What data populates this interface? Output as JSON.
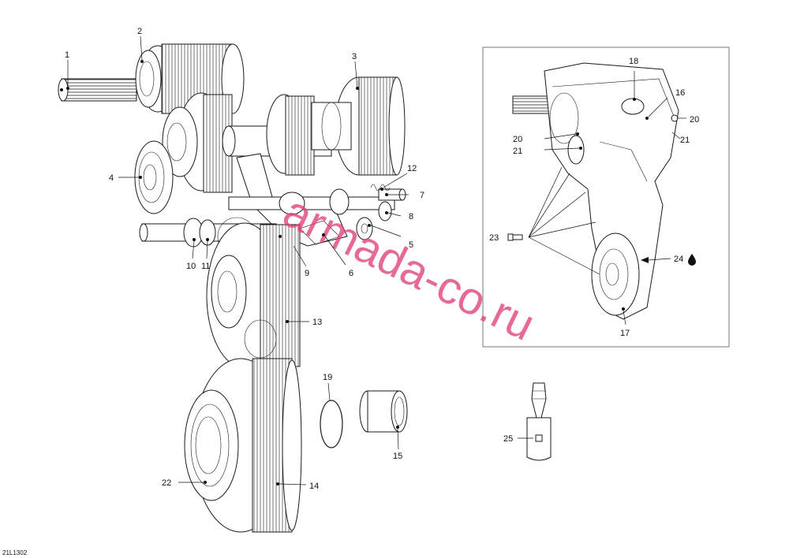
{
  "drawing_ref": "21L1302",
  "watermark": "armada-co.ru",
  "callouts": [
    {
      "id": "c1",
      "label": "1"
    },
    {
      "id": "c2",
      "label": "2"
    },
    {
      "id": "c3",
      "label": "3"
    },
    {
      "id": "c4",
      "label": "4"
    },
    {
      "id": "c5",
      "label": "5"
    },
    {
      "id": "c6",
      "label": "6"
    },
    {
      "id": "c7",
      "label": "7"
    },
    {
      "id": "c8",
      "label": "8"
    },
    {
      "id": "c9",
      "label": "9"
    },
    {
      "id": "c10",
      "label": "10"
    },
    {
      "id": "c11",
      "label": "11"
    },
    {
      "id": "c12",
      "label": "12"
    },
    {
      "id": "c13",
      "label": "13"
    },
    {
      "id": "c14",
      "label": "14"
    },
    {
      "id": "c15",
      "label": "15"
    },
    {
      "id": "c16",
      "label": "16"
    },
    {
      "id": "c17",
      "label": "17"
    },
    {
      "id": "c18",
      "label": "18"
    },
    {
      "id": "c19",
      "label": "19"
    },
    {
      "id": "c20a",
      "label": "20"
    },
    {
      "id": "c20b",
      "label": "20"
    },
    {
      "id": "c21a",
      "label": "21"
    },
    {
      "id": "c21b",
      "label": "21"
    },
    {
      "id": "c22",
      "label": "22"
    },
    {
      "id": "c23",
      "label": "23"
    },
    {
      "id": "c24",
      "label": "24"
    },
    {
      "id": "c25",
      "label": "25"
    }
  ],
  "colors": {
    "line": "#1a1a1a",
    "watermark": "#e0407a"
  },
  "icons": {
    "fluid_drop": "drop-icon"
  }
}
